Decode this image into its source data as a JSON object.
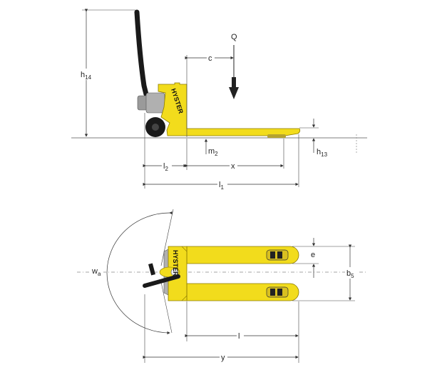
{
  "brand": "HYSTER",
  "side_view": {
    "h14": {
      "base": "h",
      "sub": "14"
    },
    "Q": {
      "base": "Q"
    },
    "c": {
      "base": "c"
    },
    "m2": {
      "base": "m",
      "sub": "2"
    },
    "h13": {
      "base": "h",
      "sub": "13"
    },
    "l2": {
      "base": "l",
      "sub": "2"
    },
    "x": {
      "base": "x"
    },
    "l1": {
      "base": "l",
      "sub": "1"
    }
  },
  "top_view": {
    "wa": {
      "base": "w",
      "sub": "a"
    },
    "e": {
      "base": "e"
    },
    "b5": {
      "base": "b",
      "sub": "5"
    },
    "l": {
      "base": "l"
    },
    "y": {
      "base": "y"
    }
  },
  "colors": {
    "body": "#f2dc1c",
    "outline": "#8a7a00",
    "handle": "#1a1a1a",
    "motor": "#9a9a9a"
  }
}
